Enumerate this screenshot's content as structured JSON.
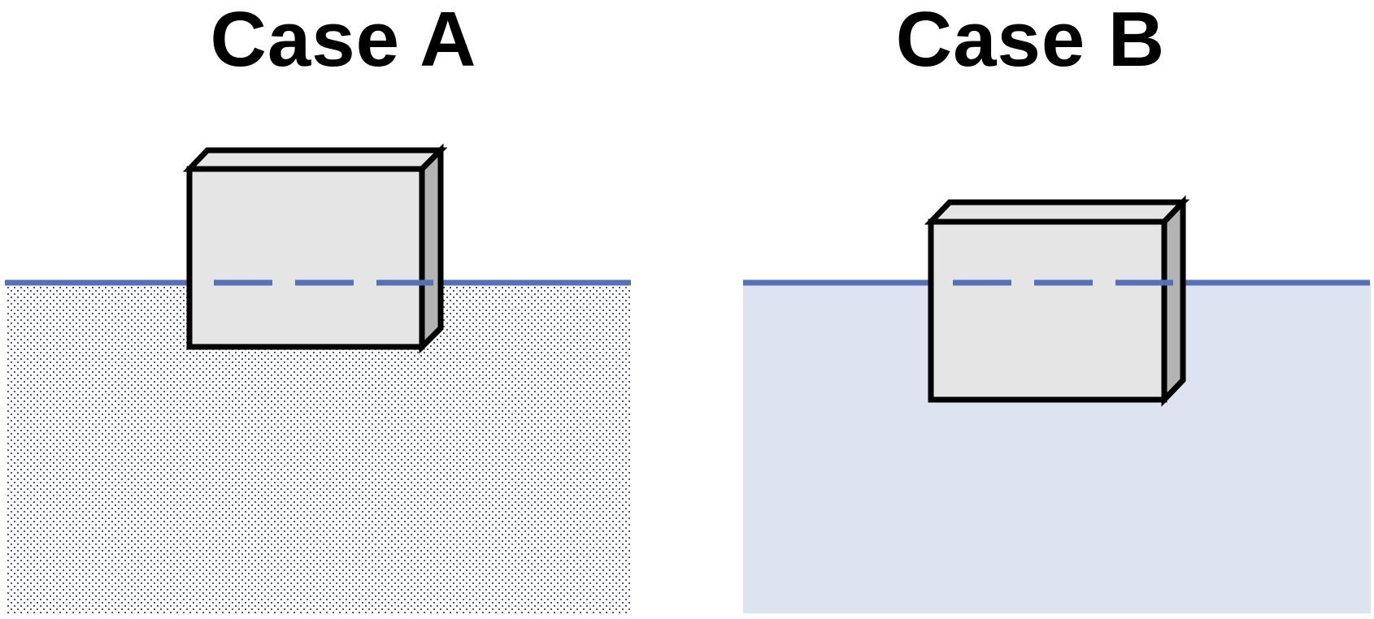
{
  "cases": [
    {
      "title": "Case A",
      "fluid_style": "dotted"
    },
    {
      "title": "Case B",
      "fluid_style": "solid"
    }
  ],
  "colors": {
    "waterline": "#5470b8",
    "fluid_fill_b": "#dde3ef",
    "fluid_dots_a": "#1f2a44",
    "block_front": "#e5e5e5",
    "block_side": "#b3b3b3",
    "block_outline": "#000000"
  }
}
